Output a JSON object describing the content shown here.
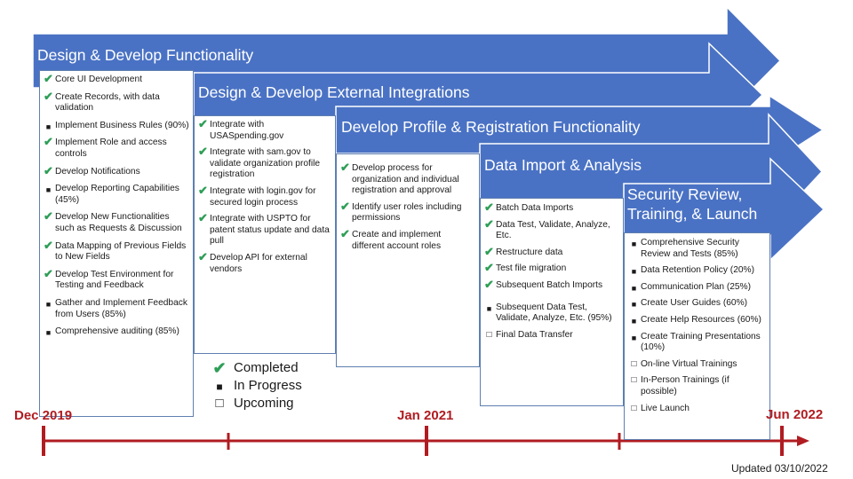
{
  "colors": {
    "arrow": "#4a72c4",
    "timeline": "#b01c21",
    "completed": "#2e9e57"
  },
  "phases": [
    {
      "title": "Design & Develop Functionality",
      "items": [
        {
          "status": "completed",
          "text": "Core UI Development"
        },
        {
          "status": "completed",
          "text": "Create Records, with data validation"
        },
        {
          "status": "in_progress",
          "text": "Implement Business Rules (90%)"
        },
        {
          "status": "completed",
          "text": "Implement Role and access controls"
        },
        {
          "status": "completed",
          "text": "Develop Notifications"
        },
        {
          "status": "in_progress",
          "text": "Develop Reporting Capabilities (45%)"
        },
        {
          "status": "completed",
          "text": "Develop New Functionalities such as Requests & Discussion"
        },
        {
          "status": "completed",
          "text": "Data Mapping of Previous Fields to New Fields"
        },
        {
          "status": "completed",
          "text": "Develop Test Environment for Testing and Feedback"
        },
        {
          "status": "in_progress",
          "text": "Gather and Implement Feedback from Users (85%)"
        },
        {
          "status": "in_progress",
          "text": "Comprehensive auditing (85%)"
        }
      ]
    },
    {
      "title": "Design & Develop External Integrations",
      "items": [
        {
          "status": "completed",
          "text": "Integrate with USASpending.gov"
        },
        {
          "status": "completed",
          "text": "Integrate with sam.gov to validate organization profile registration"
        },
        {
          "status": "completed",
          "text": "Integrate with login.gov for secured login process"
        },
        {
          "status": "completed",
          "text": "Integrate with USPTO for patent status update and data pull"
        },
        {
          "status": "completed",
          "text": "Develop API for external vendors"
        }
      ]
    },
    {
      "title": "Develop Profile & Registration Functionality",
      "items": [
        {
          "status": "completed",
          "text": "Develop process for organization and individual registration and approval"
        },
        {
          "status": "completed",
          "text": "Identify user roles including permissions"
        },
        {
          "status": "completed",
          "text": "Create and implement different account roles"
        }
      ]
    },
    {
      "title": "Data Import & Analysis",
      "items": [
        {
          "status": "completed",
          "text": "Batch Data Imports"
        },
        {
          "status": "completed",
          "text": "Data Test, Validate, Analyze, Etc."
        },
        {
          "status": "completed",
          "text": "Restructure data"
        },
        {
          "status": "completed",
          "text": "Test file migration"
        },
        {
          "status": "completed",
          "text": "Subsequent Batch Imports"
        },
        {
          "status": "in_progress",
          "text": "Subsequent Data Test, Validate, Analyze, Etc. (95%)"
        },
        {
          "status": "upcoming",
          "text": "Final Data Transfer"
        }
      ]
    },
    {
      "title": "Security Review, Training, & Launch",
      "items": [
        {
          "status": "in_progress",
          "text": "Comprehensive Security Review and Tests (85%)"
        },
        {
          "status": "in_progress",
          "text": "Data Retention Policy (20%)"
        },
        {
          "status": "in_progress",
          "text": "Communication Plan (25%)"
        },
        {
          "status": "in_progress",
          "text": "Create User Guides (60%)"
        },
        {
          "status": "in_progress",
          "text": "Create Help Resources (60%)"
        },
        {
          "status": "in_progress",
          "text": "Create Training Presentations (10%)"
        },
        {
          "status": "upcoming",
          "text": "On-line Virtual Trainings"
        },
        {
          "status": "upcoming",
          "text": "In-Person Trainings (if possible)"
        },
        {
          "status": "upcoming",
          "text": "Live Launch"
        }
      ]
    }
  ],
  "legend": [
    {
      "status": "completed",
      "label": "Completed"
    },
    {
      "status": "in_progress",
      "label": "In Progress"
    },
    {
      "status": "upcoming",
      "label": "Upcoming"
    }
  ],
  "timeline": {
    "start_label": "Dec 2019",
    "mid_label": "Jan 2021",
    "end_label": "Jun 2022"
  },
  "updated": "Updated 03/10/2022"
}
